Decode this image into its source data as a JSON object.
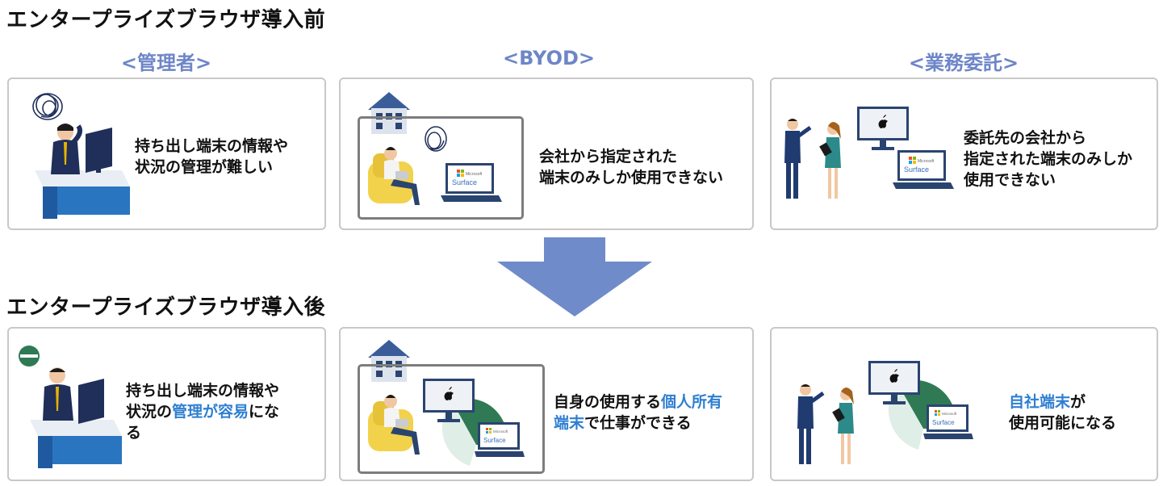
{
  "before": {
    "title": "エンタープライズブラウザ導入前",
    "columns": [
      "<管理者>",
      "<BYOD>",
      "<業務委託>"
    ],
    "cards": [
      {
        "lines": [
          "持ち出し端末の情報や",
          "状況の管理が難しい"
        ]
      },
      {
        "lines": [
          "会社から指定された",
          "端末のみしか使用できない"
        ]
      },
      {
        "lines": [
          "委託先の会社から",
          "指定された端末のみしか",
          "使用できない"
        ]
      }
    ]
  },
  "after": {
    "title": "エンタープライズブラウザ導入後",
    "cards": [
      {
        "line1": "持ち出し端末の情報や",
        "line2_pre": "状況の",
        "line2_hl": "管理が容易",
        "line2_post": "にな",
        "line3": "る"
      },
      {
        "line1_pre": "自身の使用する",
        "line1_hl": "個人所有",
        "line2_hl": "端末",
        "line2_post": "で仕事ができる"
      },
      {
        "line1_hl": "自社端末",
        "line1_post": "が",
        "line2": "使用可能になる"
      }
    ]
  },
  "icons": {
    "surface_brand": "Microsoft",
    "surface_label": "Surface"
  },
  "colors": {
    "accent_blue": "#6e86c8",
    "highlight_blue": "#2f7fd1",
    "arrow": "#6f8bc9",
    "green": "#2f7a55"
  }
}
